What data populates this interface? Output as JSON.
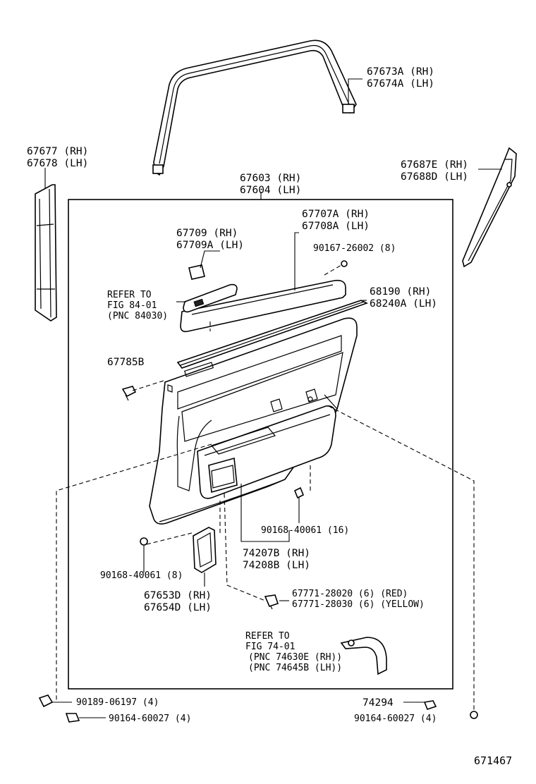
{
  "parts": [
    {
      "id": "window-frame-moulding",
      "lines": [
        "67673A (RH)",
        "67674A (LH)"
      ]
    },
    {
      "id": "door-pillar-garnish",
      "lines": [
        "67677 (RH)",
        "67678 (LH)"
      ]
    },
    {
      "id": "door-trim-board",
      "lines": [
        "67603 (RH)",
        "67604 (LH)"
      ]
    },
    {
      "id": "rear-garnish",
      "lines": [
        "67687E (RH)",
        "67688D (LH)"
      ]
    },
    {
      "id": "trim-upper-panel",
      "lines": [
        "67707A (RH)",
        "67708A (LH)"
      ]
    },
    {
      "id": "trim-screw-upper",
      "lines": [
        "90167-26002 (8)"
      ]
    },
    {
      "id": "switch-base",
      "lines": [
        "67709  (RH)",
        "67709A (LH)"
      ]
    },
    {
      "id": "refer-fig-84",
      "lines": [
        "REFER TO",
        "FIG 84-01",
        "(PNC 84030)"
      ]
    },
    {
      "id": "weatherstrip",
      "lines": [
        "68190  (RH)",
        "68240A (LH)"
      ]
    },
    {
      "id": "clip-67785b",
      "lines": [
        "67785B"
      ]
    },
    {
      "id": "clip-40061-16",
      "lines": [
        "90168-40061 (16)"
      ]
    },
    {
      "id": "armrest",
      "lines": [
        "74207B (RH)",
        "74208B (LH)"
      ]
    },
    {
      "id": "clip-40061-8",
      "lines": [
        "90168-40061 (8)"
      ]
    },
    {
      "id": "speaker-cover",
      "lines": [
        "67653D (RH)",
        "67654D (LH)"
      ]
    },
    {
      "id": "trim-clip-colored",
      "lines": [
        "67771-28020 (6) (RED)",
        "67771-28030 (6) (YELLOW)"
      ]
    },
    {
      "id": "refer-fig-74",
      "lines": [
        "REFER TO",
        "FIG 74-01",
        "(PNC 74630E (RH))",
        "(PNC 74645B (LH))"
      ]
    },
    {
      "id": "screw-06197",
      "lines": [
        "90189-06197 (4)"
      ]
    },
    {
      "id": "screw-60027-left",
      "lines": [
        "90164-60027 (4)"
      ]
    },
    {
      "id": "cap-74294",
      "lines": [
        "74294"
      ]
    },
    {
      "id": "screw-60027-right",
      "lines": [
        "90164-60027 (4)"
      ]
    }
  ],
  "figure_number": "671467"
}
